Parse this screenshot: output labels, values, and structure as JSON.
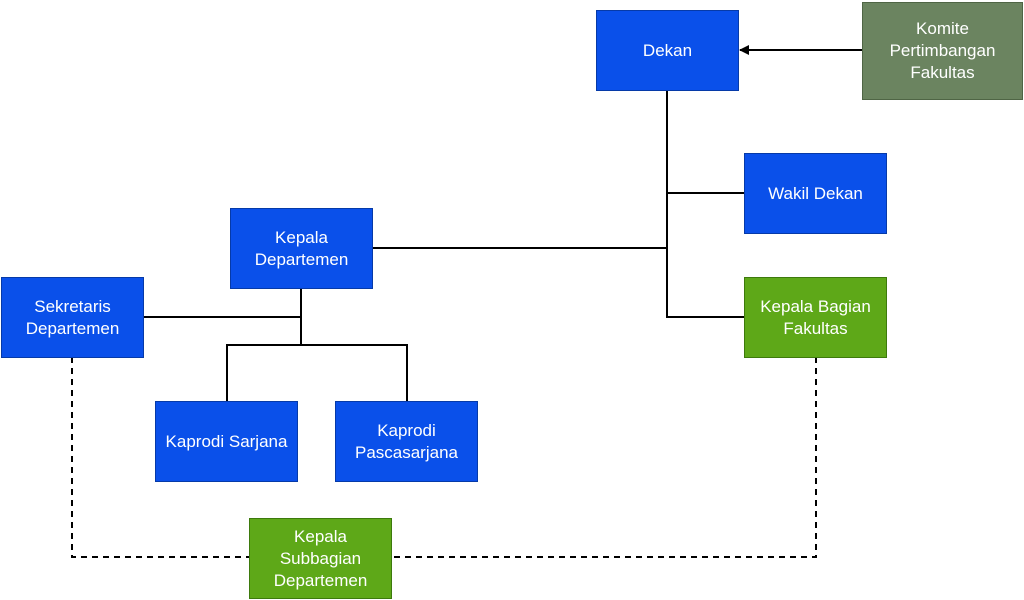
{
  "colors": {
    "blue_fill": "#0a50ea",
    "green_fill": "#5ea818",
    "gray_fill": "#6b8460",
    "line": "#000000",
    "text": "#ffffff"
  },
  "nodes": {
    "dekan": "Dekan",
    "komite": "Komite\nPertimbangan\nFakultas",
    "wakil_dekan": "Wakil Dekan",
    "kepala_bagian": "Kepala Bagian\nFakultas",
    "kepala_departemen": "Kepala\nDepartemen",
    "sekretaris": "Sekretaris\nDepartemen",
    "kaprodi_sarjana": "Kaprodi Sarjana",
    "kaprodi_pasca": "Kaprodi\nPascasarjana",
    "kepala_subbagian": "Kepala\nSubbagian\nDepartemen"
  }
}
